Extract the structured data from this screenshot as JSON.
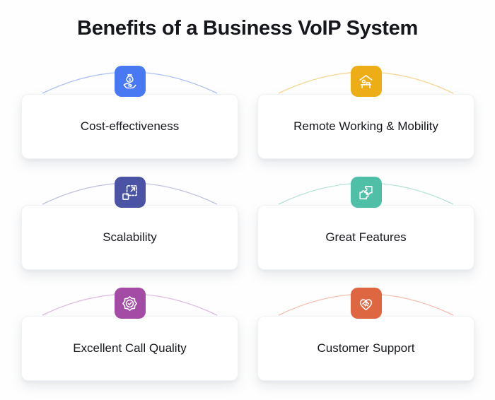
{
  "title": "Benefits of a Business VoIP System",
  "colors": {
    "background": "#FEFEFE",
    "card_background": "#FFFFFF",
    "card_border": "#F1F2F4",
    "title_text": "#15171C",
    "label_text": "#16181D"
  },
  "cards": [
    {
      "label": "Cost-effectiveness",
      "icon": "hand-money-icon",
      "accent": "#4879F3",
      "arc": "#ADC1F5"
    },
    {
      "label": "Remote Working & Mobility",
      "icon": "work-from-home-icon",
      "accent": "#EDAD17",
      "arc": "#F3D58E"
    },
    {
      "label": "Scalability",
      "icon": "scale-expand-icon",
      "accent": "#4A53A4",
      "arc": "#C0C4DE"
    },
    {
      "label": "Great Features",
      "icon": "puzzle-pieces-icon",
      "accent": "#50BFA8",
      "arc": "#B5E3D9"
    },
    {
      "label": "Excellent Call Quality",
      "icon": "quality-badge-icon",
      "accent": "#A44BA5",
      "arc": "#DFBCE0"
    },
    {
      "label": "Customer Support",
      "icon": "handshake-heart-icon",
      "accent": "#DE6742",
      "arc": "#F2C0B1"
    }
  ]
}
